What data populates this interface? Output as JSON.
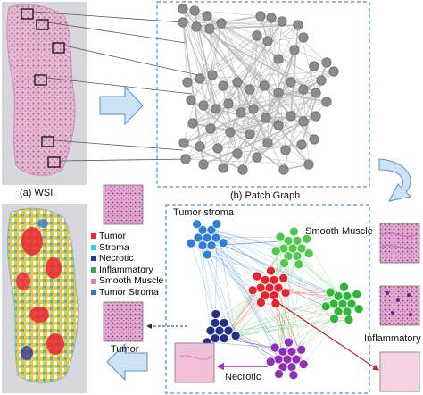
{
  "captions": {
    "wsi": "(a) WSI",
    "patch_graph": "(b) Patch Graph"
  },
  "legend": [
    {
      "label": "Tumor",
      "color": "#e8242f"
    },
    {
      "label": "Stroma",
      "color": "#35d1c8"
    },
    {
      "label": "Necrotic",
      "color": "#2f3593"
    },
    {
      "label": "Inflammatory",
      "color": "#31a84a"
    },
    {
      "label": "Smooth Muscle",
      "color": "#e879b8"
    },
    {
      "label": "Tumor Stroma",
      "color": "#2e7bd6"
    }
  ],
  "cluster_labels": {
    "tumor_stroma": "Tumor stroma",
    "smooth_muscle": "Smooth Muscle",
    "inflammatory": "Inflammatory",
    "tumor": "Tumor",
    "necrotic": "Necrotic"
  },
  "colors": {
    "node_gray": "#8c8c8c",
    "frame_dash": "#4a90d9",
    "arrow_fill": "#cfe2f5",
    "tumor": "#e8242f",
    "tumor_stroma": "#2e80d6",
    "smooth_muscle": "#4ec94e",
    "inflammatory": "#31b53a",
    "necrotic": "#8e30b8",
    "navy": "#232f8a"
  }
}
